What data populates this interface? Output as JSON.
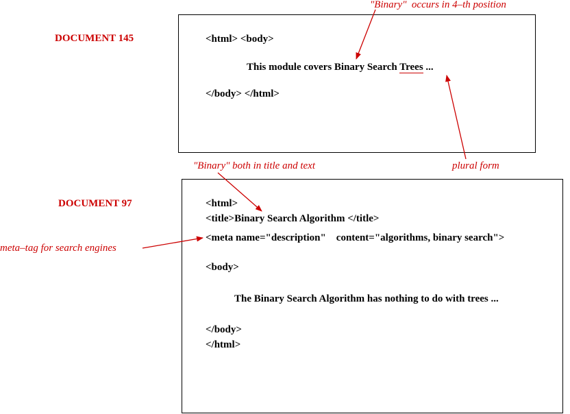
{
  "doc145": {
    "label": "DOCUMENT 145",
    "line1": "<html> <body>",
    "text_before": "This module covers Binary Search ",
    "text_underlined": "Trees",
    "text_after": " ...",
    "line3": "</body> </html>"
  },
  "doc97": {
    "label": "DOCUMENT 97",
    "lines": [
      "<html>",
      "<title>Binary Search Algorithm </title>",
      "<meta name=\"description\"    content=\"algorithms, binary search\">",
      "<body>",
      "The Binary Search Algorithm has nothing to do with trees ...",
      "</body>",
      "</html>"
    ]
  },
  "annotations": {
    "position": "\"Binary\"  occurs in 4–th position",
    "plural": "plural form",
    "title_and_text": "\"Binary\" both in title and text",
    "meta_tag": "meta–tag for search engines"
  },
  "colors": {
    "annotation": "#cc0000",
    "text": "#000000"
  }
}
